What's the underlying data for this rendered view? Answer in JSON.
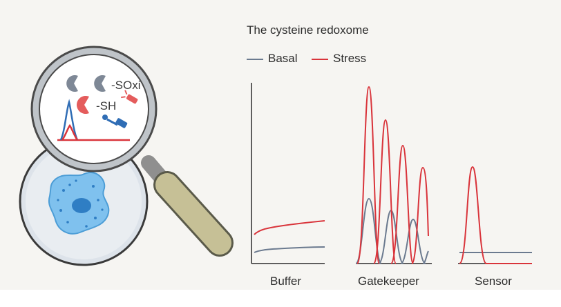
{
  "title": "The cysteine redoxome",
  "legend": {
    "basal": "Basal",
    "stress": "Stress"
  },
  "panels": {
    "buffer": "Buffer",
    "gatekeeper": "Gatekeeper",
    "sensor": "Sensor"
  },
  "illustration": {
    "oxidized_label": "-SOxi",
    "reduced_label": "-SH"
  },
  "colors": {
    "basal": "#6b7a8f",
    "stress": "#d9343b",
    "probe": "#2f6db5",
    "handle": "#bfb98a",
    "cell": "#5ca8e0",
    "background": "#f6f5f2"
  }
}
